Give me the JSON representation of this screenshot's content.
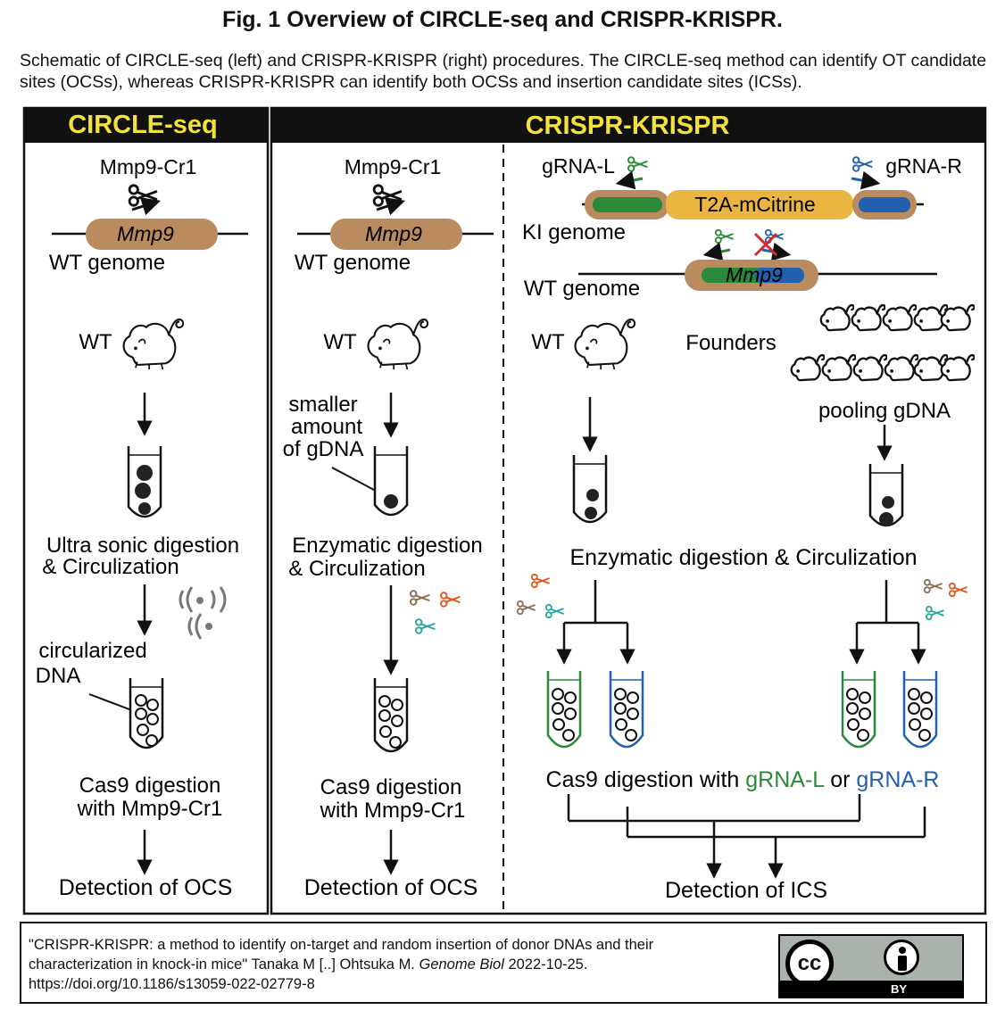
{
  "figure": {
    "title": "Fig. 1 Overview of CIRCLE-seq and CRISPR-KRISPR.",
    "caption": "Schematic of CIRCLE-seq (left) and CRISPR-KRISPR (right) procedures. The CIRCLE-seq method can identify OT candidate sites (OCSs), whereas CRISPR-KRISPR can identify both OCSs and insertion candidate sites (ICSs)."
  },
  "panels": {
    "circle_seq_header": "CIRCLE-seq",
    "krispr_header": "CRISPR-KRISPR"
  },
  "left": {
    "grna": "Mmp9-Cr1",
    "gene": "Mmp9",
    "genome": "WT genome",
    "mouse": "WT",
    "step1a": "Ultra sonic digestion",
    "step1b": "& Circulization",
    "circ_a": "circularized",
    "circ_b": "DNA",
    "cas9_a": "Cas9 digestion",
    "cas9_b": "with Mmp9-Cr1",
    "detect": "Detection of OCS"
  },
  "middle": {
    "grna": "Mmp9-Cr1",
    "gene": "Mmp9",
    "genome": "WT genome",
    "mouse": "WT",
    "small_a": "smaller",
    "small_b": "amount",
    "small_c": "of gDNA",
    "step1a": "Enzymatic digestion",
    "step1b": "& Circulization",
    "cas9_a": "Cas9 digestion",
    "cas9_b": "with Mmp9-Cr1",
    "detect": "Detection of OCS"
  },
  "right": {
    "grna_l": "gRNA-L",
    "grna_r": "gRNA-R",
    "insert": "T2A-mCitrine",
    "ki_genome": "KI genome",
    "gene": "Mmp9",
    "wt_genome": "WT genome",
    "mouse": "WT",
    "founders": "Founders",
    "pooling": "pooling gDNA",
    "enzymatic": "Enzymatic digestion & Circulization",
    "cas9_prefix": "Cas9 digestion with ",
    "cas9_l": "gRNA-L",
    "cas9_or": " or ",
    "cas9_r": "gRNA-R",
    "detect": "Detection of ICS"
  },
  "colors": {
    "header_bg": "#111111",
    "header_text": "#f2e23a",
    "gene_box": "#b98b5e",
    "insert_box": "#eab540",
    "green": "#2a8a3a",
    "blue": "#2460b0",
    "orange": "#e05a1e",
    "teal": "#2aa8a0",
    "brown": "#8a6e55"
  },
  "footer": {
    "citation_line1": "\"CRISPR-KRISPR: a method to identify on-target and random insertion of donor DNAs and their",
    "citation_line2a": "characterization in knock-in mice\" Tanaka M [..] Ohtsuka M. ",
    "citation_journal": "Genome Biol",
    "citation_line2b": " 2022-10-25.",
    "citation_doi": "https://doi.org/10.1186/s13059-022-02779-8",
    "license_cc": "cc",
    "license_by": "BY"
  }
}
